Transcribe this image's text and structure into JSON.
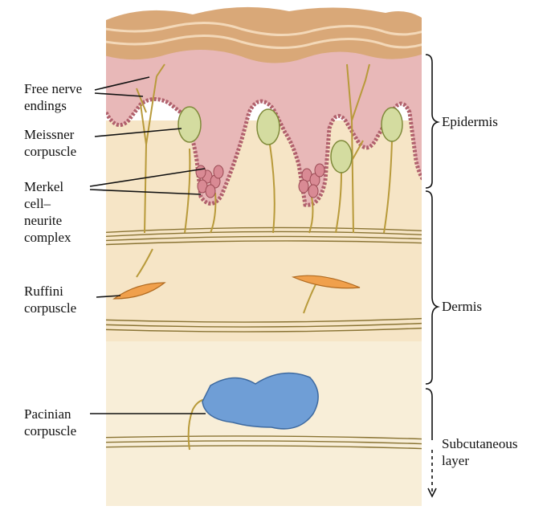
{
  "labels": {
    "free_nerve": [
      "Free nerve",
      "endings"
    ],
    "meissner": [
      "Meissner",
      "corpuscle"
    ],
    "merkel": [
      "Merkel",
      "cell–",
      "neurite",
      "complex"
    ],
    "ruffini": [
      "Ruffini",
      "corpuscle"
    ],
    "pacinian": [
      "Pacinian",
      "corpuscle"
    ],
    "epidermis": "Epidermis",
    "dermis": "Dermis",
    "subcutaneous": [
      "Subcutaneous",
      "layer"
    ]
  },
  "colors": {
    "skin_top": "#d9a878",
    "epidermis": "#e8b8b8",
    "dermis": "#f6e5c6",
    "subcutaneous": "#f8eed8",
    "nerve": "#b89a3a",
    "meissner": "#d4dca0",
    "merkel": "#d98a94",
    "ruffini": "#f0a04c",
    "pacinian": "#6f9ed6",
    "fiber": "#8a7434"
  }
}
